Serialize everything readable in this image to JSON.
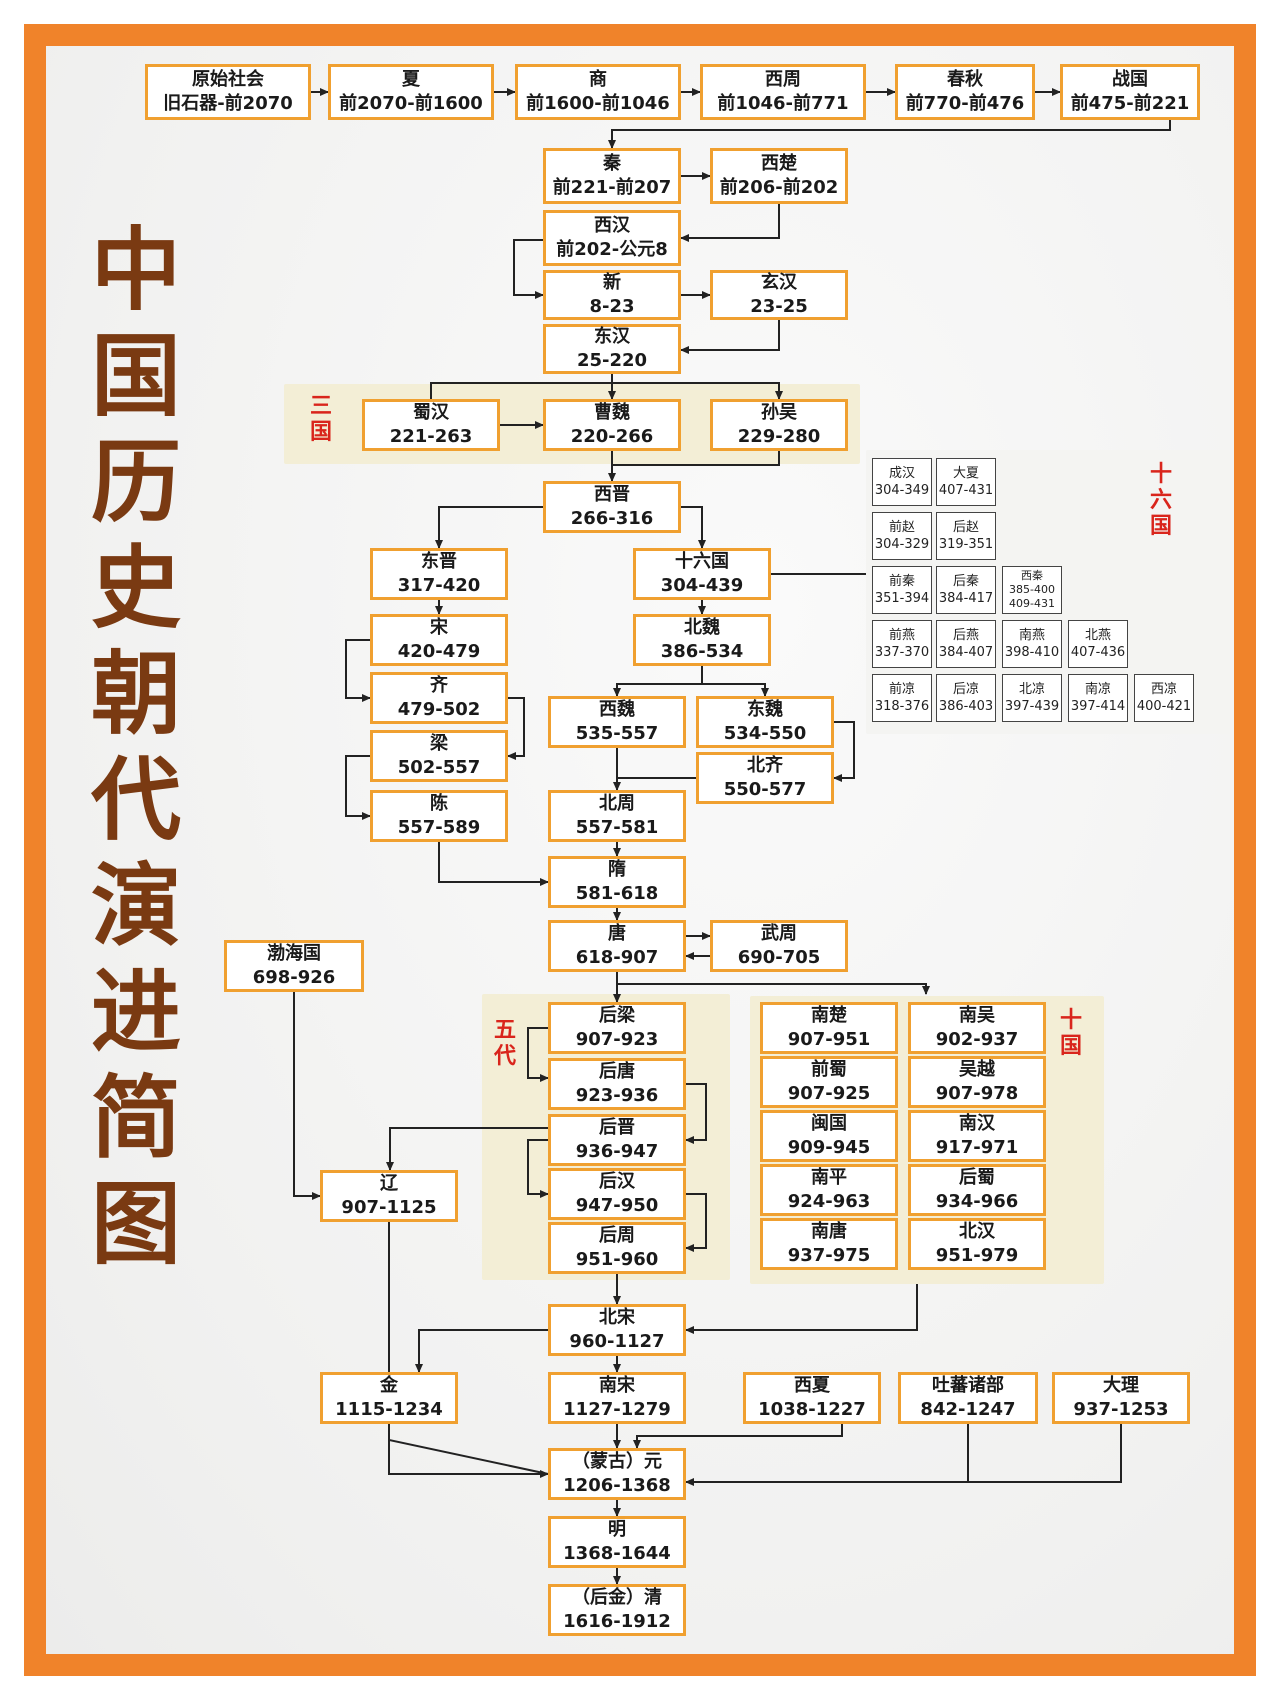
{
  "title_chars": [
    "中",
    "国",
    "历",
    "史",
    "朝",
    "代",
    "演",
    "进",
    "简",
    "图"
  ],
  "group_labels": {
    "sanguo": [
      "三",
      "国"
    ],
    "shiliuguo": [
      "十",
      "六",
      "国"
    ],
    "wudai": [
      "五",
      "代"
    ],
    "shiguo": [
      "十",
      "国"
    ]
  },
  "dynasties": {
    "yuanshi": {
      "name": "原始社会",
      "years": "旧石器-前2070"
    },
    "xia": {
      "name": "夏",
      "years": "前2070-前1600"
    },
    "shang": {
      "name": "商",
      "years": "前1600-前1046"
    },
    "xizhou": {
      "name": "西周",
      "years": "前1046-前771"
    },
    "chunqiu": {
      "name": "春秋",
      "years": "前770-前476"
    },
    "zhanguo": {
      "name": "战国",
      "years": "前475-前221"
    },
    "qin": {
      "name": "秦",
      "years": "前221-前207"
    },
    "xichu": {
      "name": "西楚",
      "years": "前206-前202"
    },
    "xihan": {
      "name": "西汉",
      "years": "前202-公元8"
    },
    "xin": {
      "name": "新",
      "years": "8-23"
    },
    "xuanhan": {
      "name": "玄汉",
      "years": "23-25"
    },
    "donghan": {
      "name": "东汉",
      "years": "25-220"
    },
    "shuhan": {
      "name": "蜀汉",
      "years": "221-263"
    },
    "caowei": {
      "name": "曹魏",
      "years": "220-266"
    },
    "sunwu": {
      "name": "孙吴",
      "years": "229-280"
    },
    "xijin": {
      "name": "西晋",
      "years": "266-316"
    },
    "dongjin": {
      "name": "东晋",
      "years": "317-420"
    },
    "shiliuguo": {
      "name": "十六国",
      "years": "304-439"
    },
    "song_s": {
      "name": "宋",
      "years": "420-479"
    },
    "qi_s": {
      "name": "齐",
      "years": "479-502"
    },
    "liang_s": {
      "name": "梁",
      "years": "502-557"
    },
    "chen": {
      "name": "陈",
      "years": "557-589"
    },
    "beiwei": {
      "name": "北魏",
      "years": "386-534"
    },
    "xiwei": {
      "name": "西魏",
      "years": "535-557"
    },
    "dongwei": {
      "name": "东魏",
      "years": "534-550"
    },
    "beiqi": {
      "name": "北齐",
      "years": "550-577"
    },
    "beizhou": {
      "name": "北周",
      "years": "557-581"
    },
    "sui": {
      "name": "隋",
      "years": "581-618"
    },
    "tang": {
      "name": "唐",
      "years": "618-907"
    },
    "wuzhou": {
      "name": "武周",
      "years": "690-705"
    },
    "bohai": {
      "name": "渤海国",
      "years": "698-926"
    },
    "houliang": {
      "name": "后梁",
      "years": "907-923"
    },
    "houtang": {
      "name": "后唐",
      "years": "923-936"
    },
    "houjin": {
      "name": "后晋",
      "years": "936-947"
    },
    "houhan": {
      "name": "后汉",
      "years": "947-950"
    },
    "houzhou": {
      "name": "后周",
      "years": "951-960"
    },
    "liao": {
      "name": "辽",
      "years": "907-1125"
    },
    "nanchu": {
      "name": "南楚",
      "years": "907-951"
    },
    "nanwu": {
      "name": "南吴",
      "years": "902-937"
    },
    "qianshu": {
      "name": "前蜀",
      "years": "907-925"
    },
    "wuyue": {
      "name": "吴越",
      "years": "907-978"
    },
    "minguo": {
      "name": "闽国",
      "years": "909-945"
    },
    "nanhan": {
      "name": "南汉",
      "years": "917-971"
    },
    "nanping": {
      "name": "南平",
      "years": "924-963"
    },
    "houshu": {
      "name": "后蜀",
      "years": "934-966"
    },
    "nantang": {
      "name": "南唐",
      "years": "937-975"
    },
    "beihan": {
      "name": "北汉",
      "years": "951-979"
    },
    "beisong": {
      "name": "北宋",
      "years": "960-1127"
    },
    "jin": {
      "name": "金",
      "years": "1115-1234"
    },
    "nansong": {
      "name": "南宋",
      "years": "1127-1279"
    },
    "xixia": {
      "name": "西夏",
      "years": "1038-1227"
    },
    "tubo": {
      "name": "吐蕃诸部",
      "years": "842-1247"
    },
    "dali": {
      "name": "大理",
      "years": "937-1253"
    },
    "yuan": {
      "name": "（蒙古）元",
      "years": "1206-1368"
    },
    "ming": {
      "name": "明",
      "years": "1368-1644"
    },
    "qing": {
      "name": "（后金）清",
      "years": "1616-1912"
    }
  },
  "sixteen_states": [
    {
      "name": "成汉",
      "years": "304-349"
    },
    {
      "name": "大夏",
      "years": "407-431"
    },
    {
      "name": "前赵",
      "years": "304-329"
    },
    {
      "name": "后赵",
      "years": "319-351"
    },
    {
      "name": "前秦",
      "years": "351-394"
    },
    {
      "name": "后秦",
      "years": "384-417"
    },
    {
      "name": "西秦",
      "years": "385-400",
      "years2": "409-431"
    },
    {
      "name": "前燕",
      "years": "337-370"
    },
    {
      "name": "后燕",
      "years": "384-407"
    },
    {
      "name": "南燕",
      "years": "398-410"
    },
    {
      "name": "北燕",
      "years": "407-436"
    },
    {
      "name": "前凉",
      "years": "318-376"
    },
    {
      "name": "后凉",
      "years": "386-403"
    },
    {
      "name": "北凉",
      "years": "397-439"
    },
    {
      "name": "南凉",
      "years": "397-414"
    },
    {
      "name": "西凉",
      "years": "400-421"
    }
  ],
  "colors": {
    "frame": "#f0832a",
    "box_border": "#f0a030",
    "title": "#7a3a12",
    "group_label": "#d9251c",
    "region_fill": "#f3eed6"
  }
}
